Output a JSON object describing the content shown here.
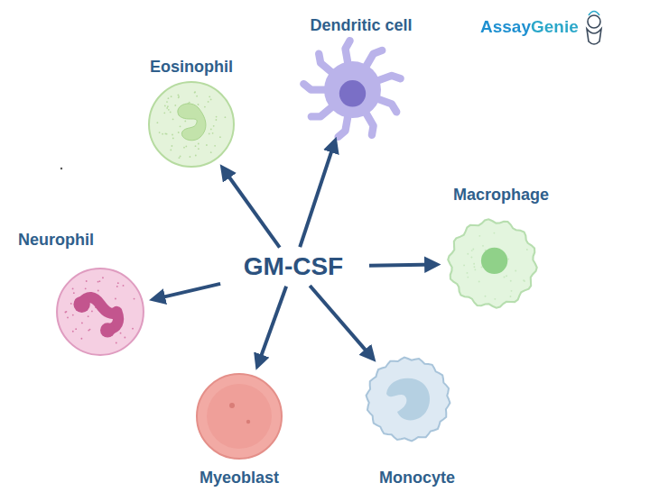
{
  "diagram": {
    "nodes": [
      {
        "text": [
          "Eosinophil"
        ]
      },
      {
        "text": [
          "Dendritic cell"
        ]
      },
      {
        "text": [
          "Macrophage"
        ]
      },
      {
        "text": [
          "Neurophil"
        ]
      },
      {
        "text": [
          "GM-CSF"
        ]
      },
      {
        "text": [
          "Myeoblast"
        ]
      },
      {
        "text": [
          "Monocyte"
        ]
      }
    ],
    "edges": [
      {
        "from": 4,
        "to": 0,
        "arrow": "to"
      },
      {
        "from": 4,
        "to": 1,
        "arrow": "to"
      },
      {
        "from": 4,
        "to": 2,
        "arrow": "to"
      },
      {
        "from": 4,
        "to": 3,
        "arrow": "to"
      },
      {
        "from": 4,
        "to": 5,
        "arrow": "to"
      },
      {
        "from": 4,
        "to": 6,
        "arrow": "to"
      }
    ],
    "labels": [
      "AssayGenie"
    ]
  }
}
